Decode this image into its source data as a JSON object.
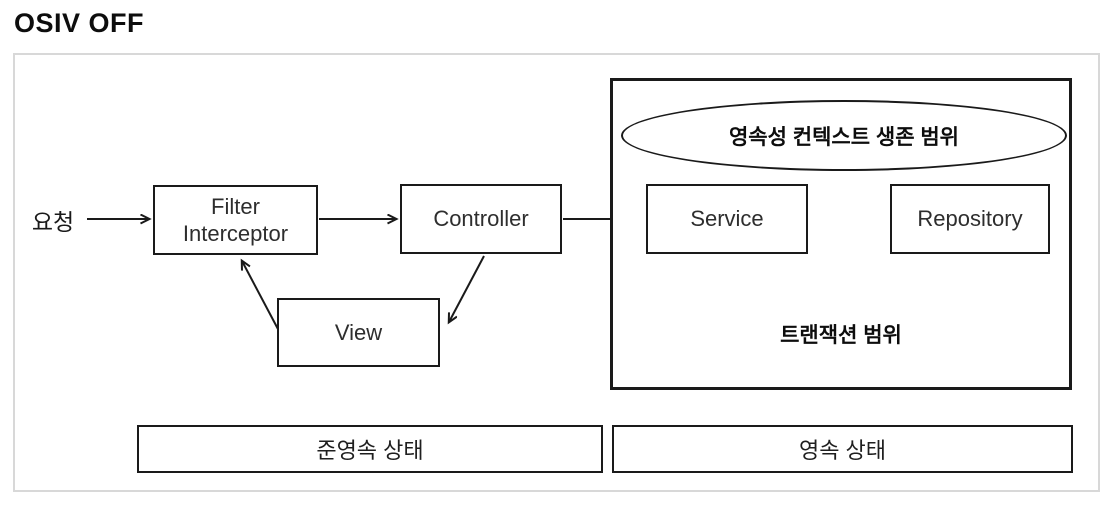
{
  "title": "OSIV OFF",
  "diagram": {
    "request_label": "요청",
    "nodes": {
      "filter_interceptor": "Filter\nInterceptor",
      "controller": "Controller",
      "view": "View",
      "service": "Service",
      "repository": "Repository"
    },
    "scopes": {
      "persistence_context": "영속성 컨텍스트 생존 범위",
      "transaction": "트랜잭션 범위"
    },
    "states": {
      "detached": "준영속 상태",
      "persistent": "영속 상태"
    },
    "edges": [
      {
        "from": "요청",
        "to": "Filter Interceptor"
      },
      {
        "from": "Filter Interceptor",
        "to": "Controller"
      },
      {
        "from": "Controller",
        "to": "Service"
      },
      {
        "from": "Service",
        "to": "Repository"
      },
      {
        "from": "Controller",
        "to": "View"
      },
      {
        "from": "View",
        "to": "Filter Interceptor"
      }
    ],
    "colors": {
      "stroke": "#1a1a1a",
      "frame_border": "#d8d8d8",
      "background": "#ffffff",
      "node_text": "#2e2e2e"
    }
  }
}
